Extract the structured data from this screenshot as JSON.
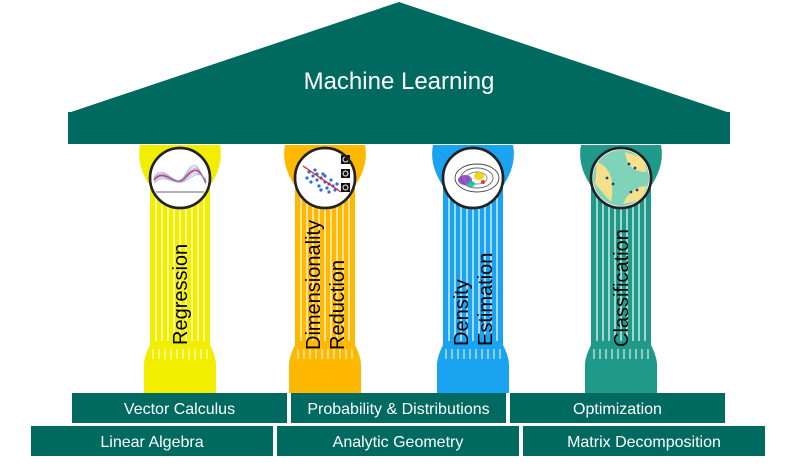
{
  "roof": {
    "title": "Machine Learning",
    "color": "#006a60"
  },
  "pillars": [
    {
      "lines": [
        "Regression"
      ],
      "color": "#f2ee00",
      "icon": "regression-plot-icon"
    },
    {
      "lines": [
        "Dimensionality",
        "Reduction"
      ],
      "color": "#ffb800",
      "icon": "pca-scatter-icon"
    },
    {
      "lines": [
        "Density",
        "Estimation"
      ],
      "color": "#1aa3f0",
      "icon": "density-contour-icon"
    },
    {
      "lines": [
        "Classification"
      ],
      "color": "#1f9a8a",
      "icon": "classification-boundary-icon"
    }
  ],
  "upper_blocks": [
    "Vector Calculus",
    "Probability & Distributions",
    "Optimization"
  ],
  "lower_blocks": [
    "Linear Algebra",
    "Analytic Geometry",
    "Matrix Decomposition"
  ]
}
